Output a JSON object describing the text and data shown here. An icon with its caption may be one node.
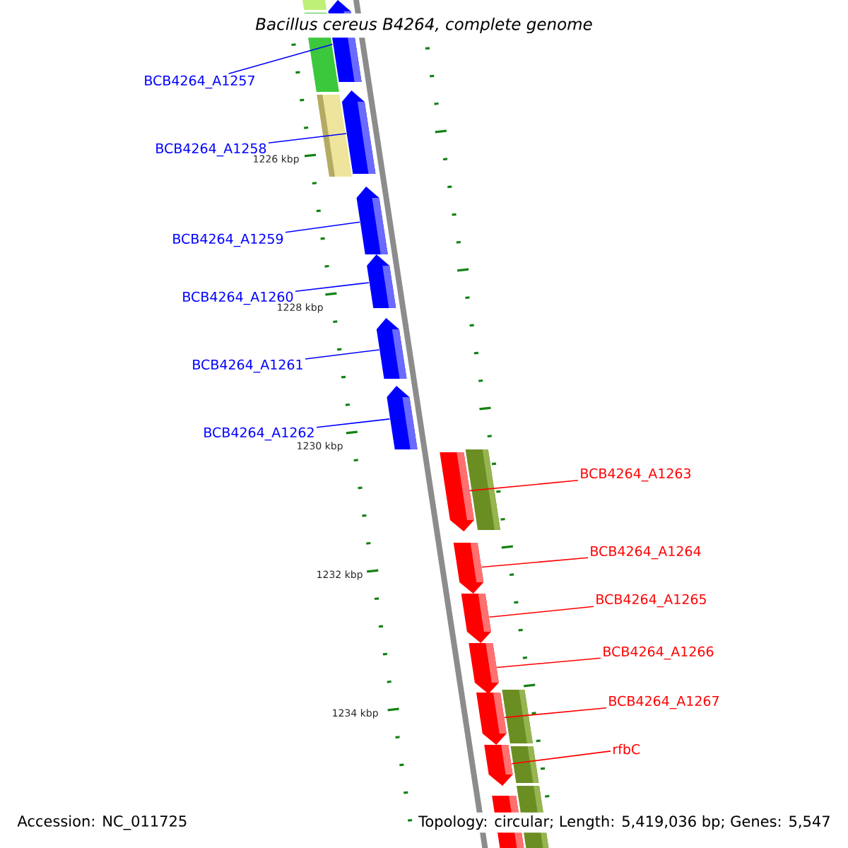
{
  "diagram": {
    "title": "Bacillus cereus B4264, complete genome",
    "nodes": [
      {
        "text": [
          "BCB4264_A1257"
        ]
      },
      {
        "text": [
          "BCB4264_A1258"
        ]
      },
      {
        "text": [
          "BCB4264_A1259"
        ]
      },
      {
        "text": [
          "BCB4264_A1260"
        ]
      },
      {
        "text": [
          "BCB4264_A1261"
        ]
      },
      {
        "text": [
          "BCB4264_A1262"
        ]
      },
      {
        "text": [
          "BCB4264_A1263"
        ]
      },
      {
        "text": [
          "BCB4264_A1264"
        ]
      },
      {
        "text": [
          "BCB4264_A1265"
        ]
      },
      {
        "text": [
          "BCB4264_A1266"
        ]
      },
      {
        "text": [
          "BCB4264_A1267"
        ]
      },
      {
        "text": [
          "rfbC"
        ]
      },
      {
        "text": [],
        "shape": "pentagon"
      },
      {
        "text": [],
        "shape": "pentagon"
      },
      {
        "text": [],
        "shape": "pentagon"
      },
      {
        "text": [],
        "shape": "pentagon"
      },
      {
        "text": [],
        "shape": "pentagon"
      },
      {
        "text": [],
        "shape": "pentagon"
      },
      {
        "text": [],
        "shape": "pentagon"
      },
      {
        "text": [],
        "shape": "pentagon"
      },
      {
        "text": [],
        "shape": "pentagon"
      },
      {
        "text": [],
        "shape": "pentagon"
      },
      {
        "text": [],
        "shape": "pentagon"
      },
      {
        "text": [],
        "shape": "pentagon"
      },
      {
        "text": [],
        "shape": "pentagon"
      }
    ],
    "edges": [
      {
        "from": 0,
        "to": 12,
        "arrow": "none",
        "color": "#0000ff"
      },
      {
        "from": 1,
        "to": 13,
        "arrow": "none",
        "color": "#0000ff"
      },
      {
        "from": 2,
        "to": 14,
        "arrow": "none",
        "color": "#0000ff"
      },
      {
        "from": 3,
        "to": 15,
        "arrow": "none",
        "color": "#0000ff"
      },
      {
        "from": 4,
        "to": 16,
        "arrow": "none",
        "color": "#0000ff"
      },
      {
        "from": 5,
        "to": 17,
        "arrow": "none",
        "color": "#0000ff"
      },
      {
        "from": 6,
        "to": 18,
        "arrow": "none",
        "color": "#ff0000"
      },
      {
        "from": 7,
        "to": 19,
        "arrow": "none",
        "color": "#ff0000"
      },
      {
        "from": 8,
        "to": 20,
        "arrow": "none",
        "color": "#ff0000"
      },
      {
        "from": 9,
        "to": 21,
        "arrow": "none",
        "color": "#ff0000"
      },
      {
        "from": 10,
        "to": 22,
        "arrow": "none",
        "color": "#ff0000"
      },
      {
        "from": 11,
        "to": 23,
        "arrow": "none",
        "color": "#ff0000"
      }
    ],
    "labels": [
      "1226 kbp",
      "1228 kbp",
      "1230 kbp",
      "1232 kbp",
      "1234 kbp",
      "Accession: NC_011725",
      "Topology: circular; Length: 5,419,036 bp; Genes: 5,547"
    ]
  }
}
